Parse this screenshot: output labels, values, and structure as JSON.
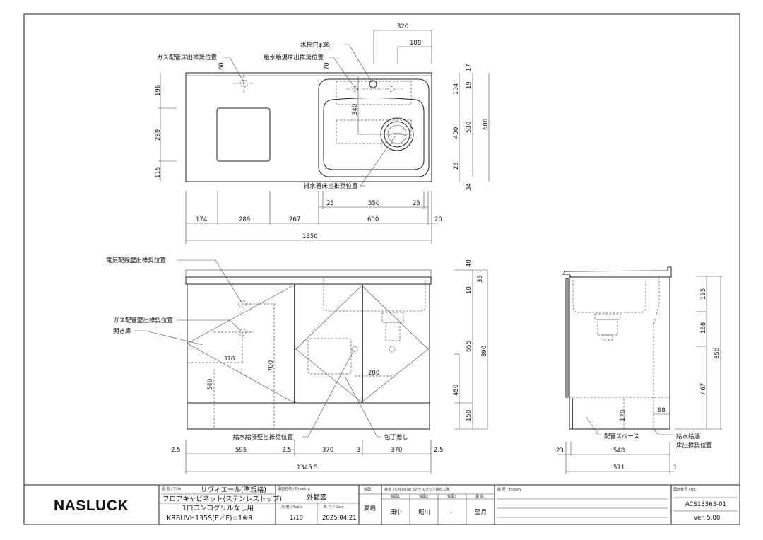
{
  "plan_view": {
    "labels": {
      "gas_floor": "ガス配管床出推奨位置",
      "faucet_hole": "水栓穴φ36",
      "water_floor": "給水給湯床出推奨位置",
      "drain_floor": "排水管床出推奨位置"
    },
    "dims": {
      "top_320": "320",
      "top_188": "188",
      "gas_60": "60",
      "water_70": "70",
      "sink_340": "340",
      "left_196": "196",
      "left_289": "289",
      "left_115": "115",
      "right_17": "17",
      "right_19": "19",
      "right_104": "104",
      "right_400": "400",
      "right_530": "530",
      "right_600": "600",
      "right_26": "26",
      "right_34": "34",
      "b1_25a": "25",
      "b1_550": "550",
      "b1_25b": "25",
      "b2_174": "174",
      "b2_289": "289",
      "b2_267": "267",
      "b2_600": "600",
      "b2_20": "20",
      "total_1350": "1350"
    }
  },
  "front_view": {
    "labels": {
      "electric_wall": "電気配線壁出推奨位置",
      "gas_wall": "ガス配管壁出推奨位置",
      "door": "開き扉",
      "water_wall": "給水給湯壁出推奨位置",
      "knife_holder": "包丁差し"
    },
    "dims": {
      "d318": "318",
      "d540": "540",
      "d700": "700",
      "d200": "200",
      "r40": "40",
      "r35": "35",
      "r10": "10",
      "r655": "655",
      "r450": "450",
      "r150": "150",
      "r890": "890",
      "b_2_5a": "2.5",
      "b_595": "595",
      "b_2_5b": "2.5",
      "b_370a": "370",
      "b_3": "3",
      "b_370b": "370",
      "b_2_5c": "2.5",
      "total": "1345.5"
    }
  },
  "side_view": {
    "labels": {
      "pipe_space": "配管スペース",
      "water_floor_1": "給水給湯",
      "water_floor_2": "床出推奨位置"
    },
    "dims": {
      "d195": "195",
      "d188": "188",
      "d467": "467",
      "d850": "850",
      "d170": "170",
      "d98": "98",
      "d23": "23",
      "d548": "548",
      "d571": "571",
      "d1": "1"
    }
  },
  "title_block": {
    "logo": "NASLUCK",
    "title_caption": "品 名 / Title",
    "title_line1": "リヴィエール(準規格)",
    "title_line2": "フロアキャビネット(ステンレストップ)",
    "title_line3": "1口コンログリルなし用",
    "title_line4": "KRBUVH135S(E／F)☆1※R",
    "drawing_caption": "図面名称 / Drawing",
    "drawing_value": "外観図",
    "scale_caption": "尺 度 / Scale",
    "scale_value": "1/10",
    "date_caption": "日 付 / Date",
    "date_value": "2025.04.21",
    "drafted_caption": "製図",
    "drafted_value": "高嶋",
    "check_caption": "検査 / Check up by ナスラック検査工場",
    "check1_caption": "検図1",
    "check2_caption": "検図2",
    "check3_caption": "検図3",
    "approve_caption": "承 認",
    "check1_value": "田中",
    "check2_value": "堀川",
    "check3_value": "-",
    "approve_value": "望月",
    "history_caption": "履 歴 / History",
    "number_caption": "図面番号 / No.",
    "number_value": "ACS13363-01",
    "version": "ver. 5.00"
  }
}
